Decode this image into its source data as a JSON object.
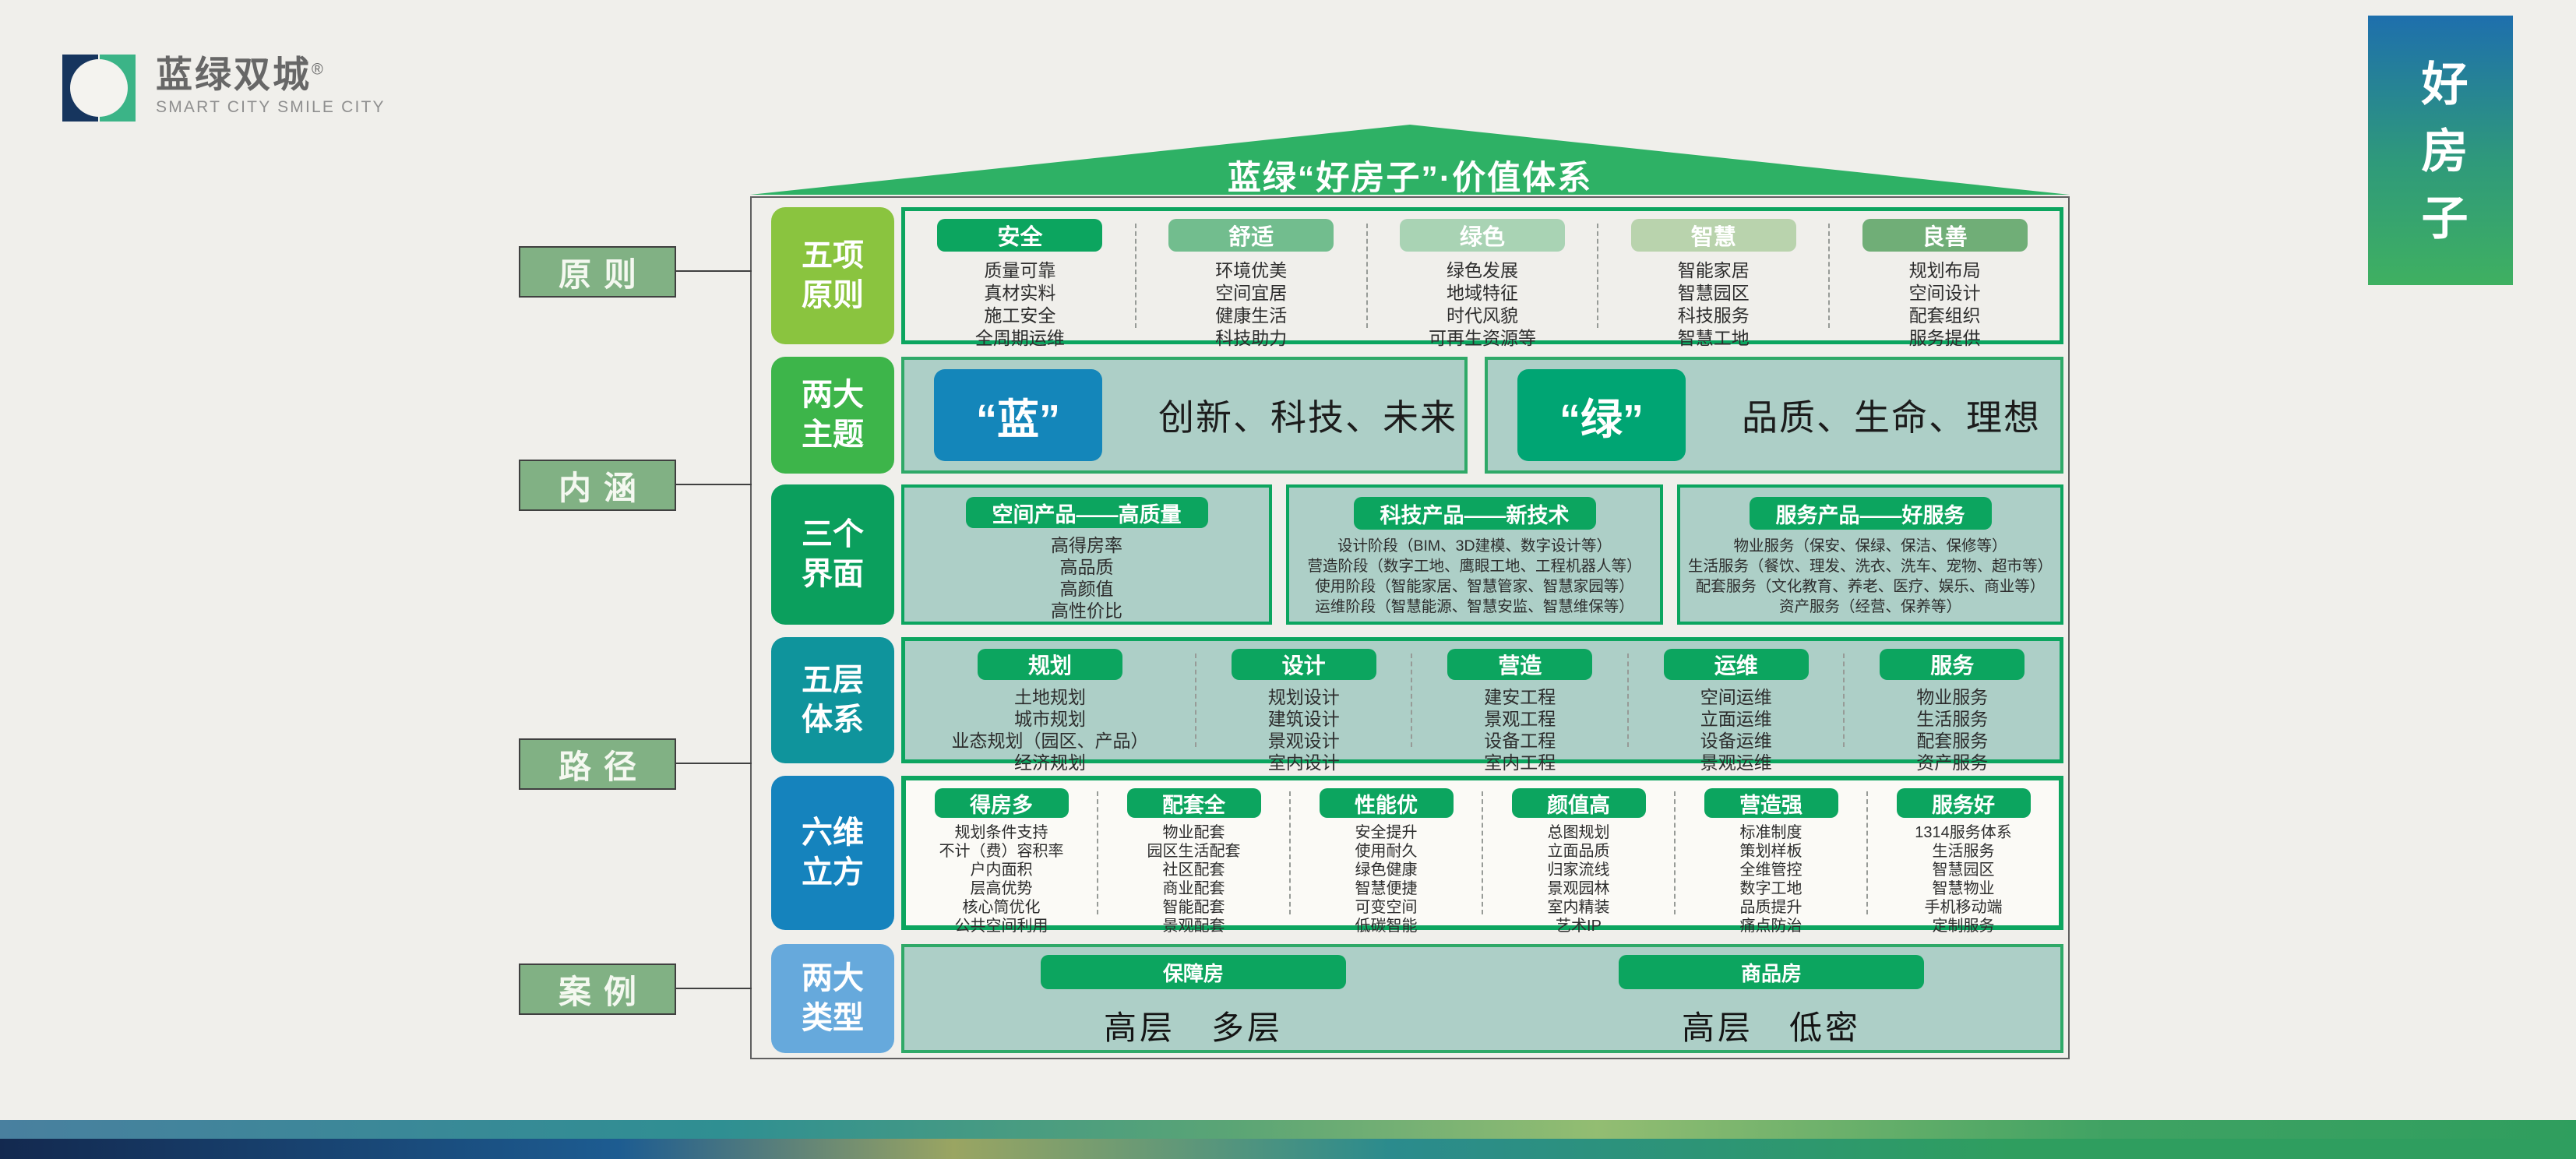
{
  "logo": {
    "title": "蓝绿双城",
    "registered": "®",
    "subtitle": "SMART CITY SMILE CITY"
  },
  "banner": {
    "text": "好房子"
  },
  "roof": {
    "title": "蓝绿“好房子”·价值体系"
  },
  "side_labels": {
    "principle": "原则",
    "connotation": "内涵",
    "path": "路径",
    "case": "案例"
  },
  "colors": {
    "brand_green": "#0ca55f",
    "roof_green": "#2eb165",
    "panel_teal": "#adcfc7",
    "panel_border_green": "#2fa968",
    "side_label_green": "#81b184",
    "banner_gradient_top": "#1e6fad",
    "banner_gradient_bottom": "#3fb061",
    "logo_navy": "#16355e",
    "logo_green": "#3bb487"
  },
  "rows": {
    "principles": {
      "label": "五项原则",
      "label_color": "#8ac43f",
      "columns": [
        {
          "title": "安全",
          "color": "#0ca55f",
          "items": [
            "质量可靠",
            "真材实料",
            "施工安全",
            "全周期运维"
          ]
        },
        {
          "title": "舒适",
          "color": "#72bd8e",
          "items": [
            "环境优美",
            "空间宜居",
            "健康生活",
            "科技助力"
          ]
        },
        {
          "title": "绿色",
          "color": "#a9d3b4",
          "items": [
            "绿色发展",
            "地域特征",
            "时代风貌",
            "可再生资源等"
          ]
        },
        {
          "title": "智慧",
          "color": "#b9d3ad",
          "items": [
            "智能家居",
            "智慧园区",
            "科技服务",
            "智慧工地"
          ]
        },
        {
          "title": "良善",
          "color": "#70ae77",
          "items": [
            "规划布局",
            "空间设计",
            "配套组织",
            "服务提供"
          ]
        }
      ]
    },
    "themes": {
      "label": "两大主题",
      "label_color": "#3db54a",
      "panels": [
        {
          "badge": "“蓝”",
          "badge_color": "#1486ba",
          "text": "创新、科技、未来"
        },
        {
          "badge": "“绿”",
          "badge_color": "#00a573",
          "text": "品质、生命、理想"
        }
      ]
    },
    "interfaces": {
      "label": "三个界面",
      "label_color": "#0b9f5d",
      "panels": [
        {
          "title": "空间产品——高质量",
          "items": [
            "高得房率",
            "高品质",
            "高颜值",
            "高性价比"
          ]
        },
        {
          "title": "科技产品——新技术",
          "items": [
            "设计阶段（BIM、3D建模、数字设计等）",
            "营造阶段（数字工地、鹰眼工地、工程机器人等）",
            "使用阶段（智能家居、智慧管家、智慧家园等）",
            "运维阶段（智慧能源、智慧安监、智慧维保等）"
          ]
        },
        {
          "title": "服务产品——好服务",
          "items": [
            "物业服务（保安、保绿、保洁、保修等）",
            "生活服务（餐饮、理发、洗衣、洗车、宠物、超市等）",
            "配套服务（文化教育、养老、医疗、娱乐、商业等）",
            "资产服务（经营、保养等）"
          ]
        }
      ]
    },
    "layers": {
      "label": "五层体系",
      "label_color": "#0f949c",
      "columns": [
        {
          "title": "规划",
          "items": [
            "土地规划",
            "城市规划",
            "业态规划（园区、产品）",
            "经济规划"
          ]
        },
        {
          "title": "设计",
          "items": [
            "规划设计",
            "建筑设计",
            "景观设计",
            "室内设计"
          ]
        },
        {
          "title": "营造",
          "items": [
            "建安工程",
            "景观工程",
            "设备工程",
            "室内工程"
          ]
        },
        {
          "title": "运维",
          "items": [
            "空间运维",
            "立面运维",
            "设备运维",
            "景观运维"
          ]
        },
        {
          "title": "服务",
          "items": [
            "物业服务",
            "生活服务",
            "配套服务",
            "资产服务"
          ]
        }
      ]
    },
    "cube": {
      "label": "六维立方",
      "label_color": "#1583bd",
      "columns": [
        {
          "title": "得房多",
          "items": [
            "规划条件支持",
            "不计（费）容积率",
            "户内面积",
            "层高优势",
            "核心筒优化",
            "公共空间利用"
          ]
        },
        {
          "title": "配套全",
          "items": [
            "物业配套",
            "园区生活配套",
            "社区配套",
            "商业配套",
            "智能配套",
            "景观配套"
          ]
        },
        {
          "title": "性能优",
          "items": [
            "安全提升",
            "使用耐久",
            "绿色健康",
            "智慧便捷",
            "可变空间",
            "低碳智能"
          ]
        },
        {
          "title": "颜值高",
          "items": [
            "总图规划",
            "立面品质",
            "归家流线",
            "景观园林",
            "室内精装",
            "艺术IP"
          ]
        },
        {
          "title": "营造强",
          "items": [
            "标准制度",
            "策划样板",
            "全维管控",
            "数字工地",
            "品质提升",
            "痛点防治"
          ]
        },
        {
          "title": "服务好",
          "items": [
            "1314服务体系",
            "生活服务",
            "智慧园区",
            "智慧物业",
            "手机移动端",
            "定制服务"
          ]
        }
      ]
    },
    "types": {
      "label": "两大类型",
      "label_color": "#66a9dc",
      "panels": [
        {
          "title": "保障房",
          "text": "高层　多层"
        },
        {
          "title": "商品房",
          "text": "高层　低密"
        }
      ]
    }
  }
}
